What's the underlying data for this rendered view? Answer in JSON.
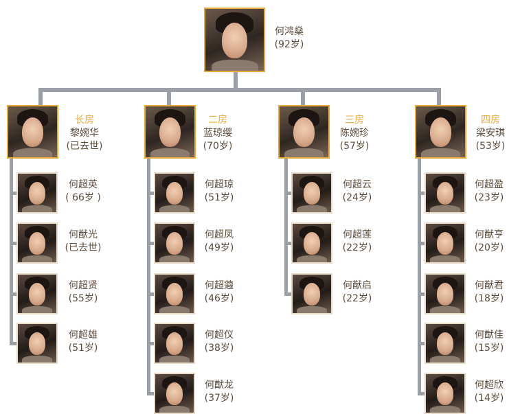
{
  "patriarch": {
    "name": "何鸿燊",
    "age": "(92岁)"
  },
  "wives": [
    {
      "tag": "长房",
      "name": "黎婉华",
      "age": "(已去世)",
      "children": [
        {
          "name": "何超英",
          "age": "( 66岁 )"
        },
        {
          "name": "何猷光",
          "age": "(已去世)"
        },
        {
          "name": "何超贤",
          "age": "(55岁)"
        },
        {
          "name": "何超雄",
          "age": "(51岁)"
        }
      ]
    },
    {
      "tag": "二房",
      "name": "蓝琼缨",
      "age": "(70岁)",
      "children": [
        {
          "name": "何超琼",
          "age": "(51岁)"
        },
        {
          "name": "何超凤",
          "age": "(49岁)"
        },
        {
          "name": "何超蕸",
          "age": "(46岁)"
        },
        {
          "name": "何超仪",
          "age": "(38岁)"
        },
        {
          "name": "何猷龙",
          "age": "(37岁)"
        }
      ]
    },
    {
      "tag": "三房",
      "name": "陈婉珍",
      "age": "(57岁)",
      "children": [
        {
          "name": "何超云",
          "age": "(24岁)"
        },
        {
          "name": "何超莲",
          "age": "(22岁)"
        },
        {
          "name": "何猷启",
          "age": "(22岁)"
        }
      ]
    },
    {
      "tag": "四房",
      "name": "梁安琪",
      "age": "(53岁)",
      "children": [
        {
          "name": "何超盈",
          "age": "(23岁)"
        },
        {
          "name": "何猷亨",
          "age": "(20岁)"
        },
        {
          "name": "何猷君",
          "age": "(18岁)"
        },
        {
          "name": "何猷佳",
          "age": "(15岁)"
        },
        {
          "name": "何超欣",
          "age": "(14岁)"
        }
      ]
    }
  ]
}
